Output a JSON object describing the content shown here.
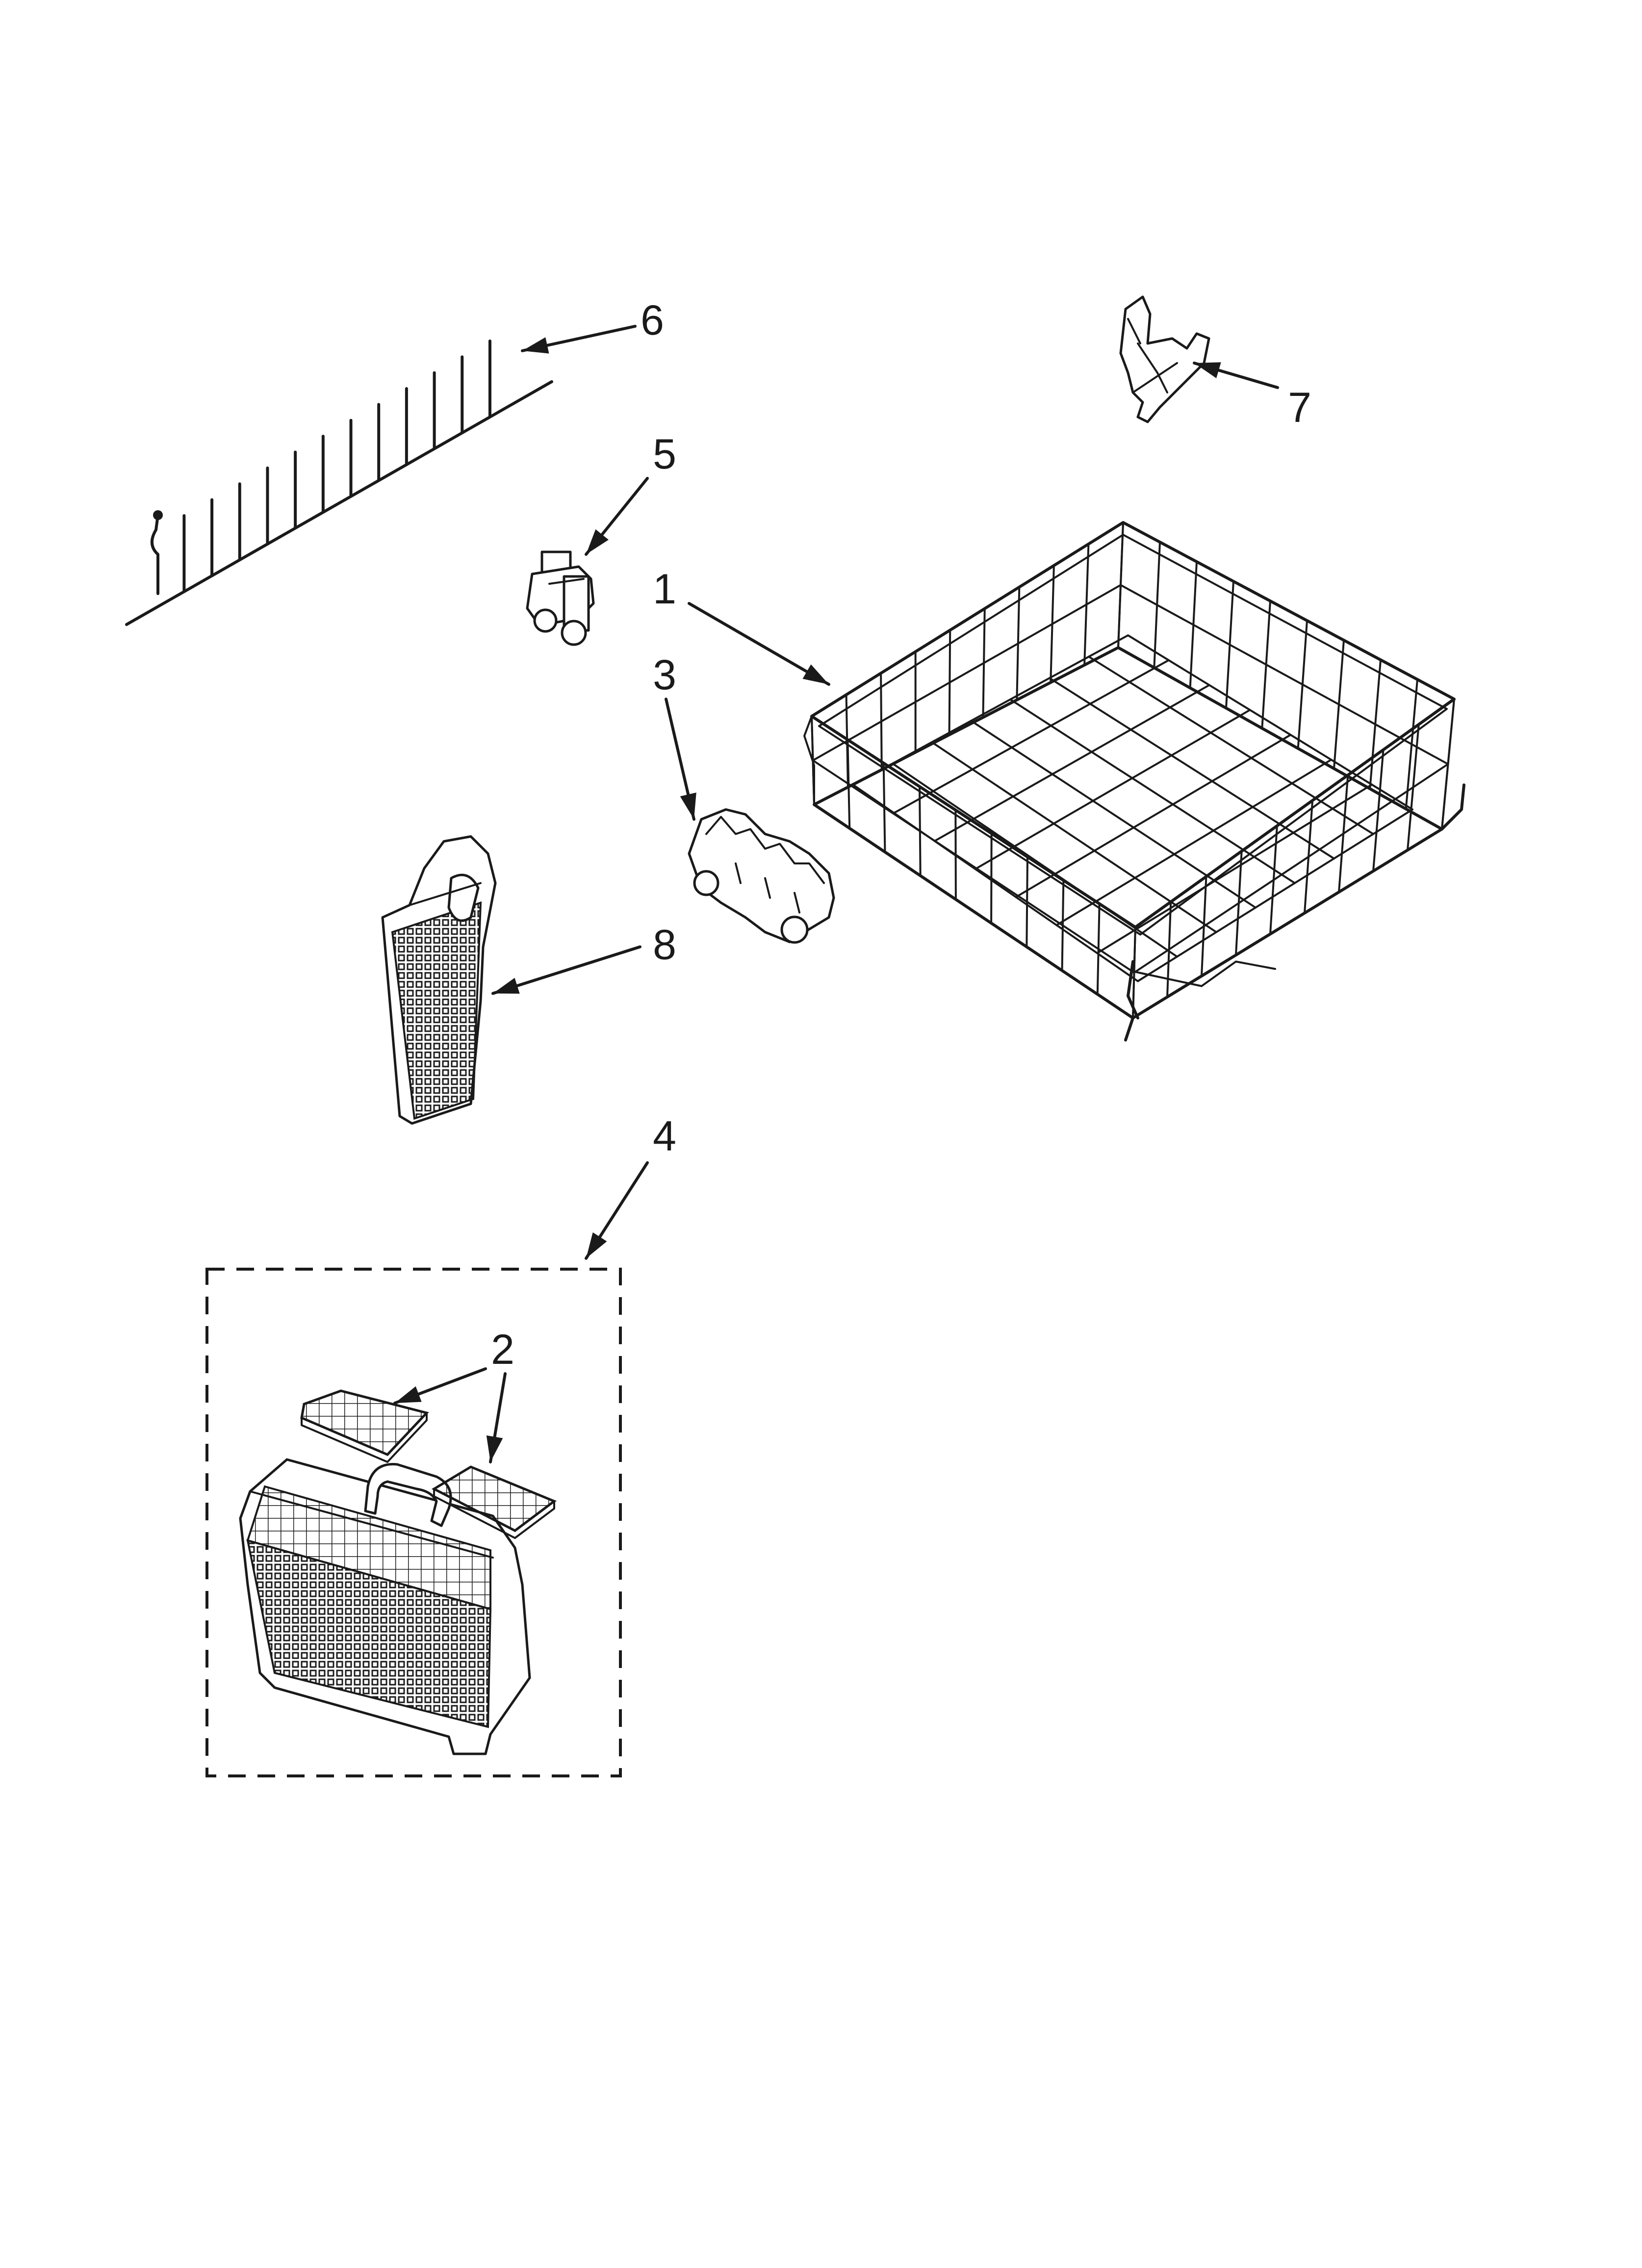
{
  "callouts": [
    {
      "id": "1",
      "label": "1"
    },
    {
      "id": "2",
      "label": "2"
    },
    {
      "id": "3",
      "label": "3"
    },
    {
      "id": "4",
      "label": "4"
    },
    {
      "id": "5",
      "label": "5"
    },
    {
      "id": "6",
      "label": "6"
    },
    {
      "id": "7",
      "label": "7"
    },
    {
      "id": "8",
      "label": "8"
    }
  ],
  "parts": [
    {
      "id": "1",
      "name": "lower-dishrack",
      "icon": "wire-basket-icon"
    },
    {
      "id": "2",
      "name": "silverware-basket-lid",
      "icon": "grid-lid-icon"
    },
    {
      "id": "3",
      "name": "rack-wheel-bracket",
      "icon": "roller-bracket-icon"
    },
    {
      "id": "4",
      "name": "silverware-basket-assembly",
      "icon": "silverware-basket-icon"
    },
    {
      "id": "5",
      "name": "rack-wheel",
      "icon": "roller-icon"
    },
    {
      "id": "6",
      "name": "tine-row",
      "icon": "tine-row-icon"
    },
    {
      "id": "7",
      "name": "tine-clip",
      "icon": "clip-icon"
    },
    {
      "id": "8",
      "name": "utensil-basket",
      "icon": "utensil-basket-icon"
    }
  ]
}
